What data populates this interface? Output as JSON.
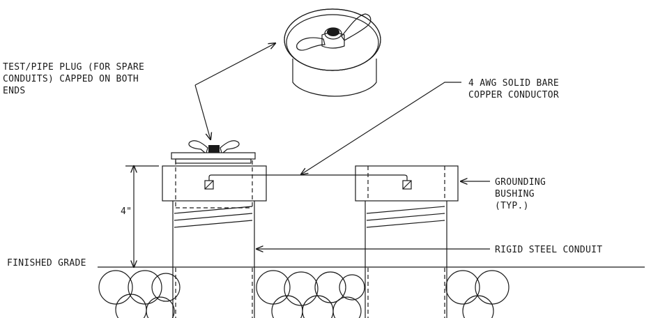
{
  "labels": {
    "test_plug_line1": "TEST/PIPE PLUG (FOR SPARE",
    "test_plug_line2": "CONDUITS) CAPPED ON BOTH",
    "test_plug_line3": "ENDS",
    "conductor_line1": "4 AWG SOLID BARE",
    "conductor_line2": "COPPER CONDUCTOR",
    "bushing_line1": "GROUNDING",
    "bushing_line2": "BUSHING",
    "bushing_line3": "(TYP.)",
    "dimension": "4\"",
    "conduit": "RIGID STEEL CONDUIT",
    "grade": "FINISHED GRADE"
  }
}
